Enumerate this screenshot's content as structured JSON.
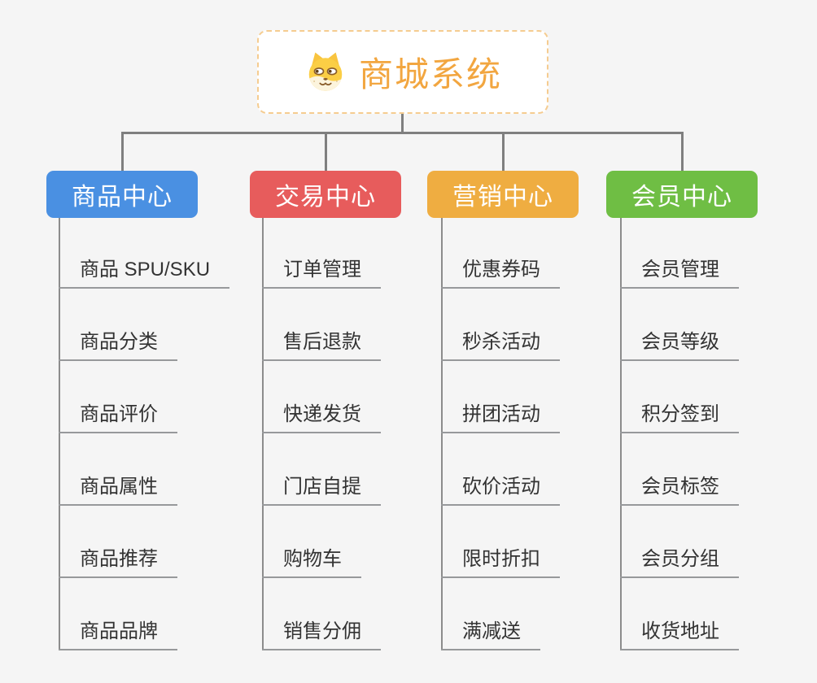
{
  "page": {
    "background_color": "#F5F5F5",
    "connector_color": "#7F7F7F",
    "child_line_color": "#8C8C8C"
  },
  "root": {
    "title": "商城系统",
    "icon": "dog-face-icon",
    "text_color": "#F2A640",
    "border_color": "#F5CC90"
  },
  "branches": [
    {
      "label": "商品中心",
      "color": "#4A90E2",
      "items": [
        "商品 SPU/SKU",
        "商品分类",
        "商品评价",
        "商品属性",
        "商品推荐",
        "商品品牌"
      ]
    },
    {
      "label": "交易中心",
      "color": "#E75C5C",
      "items": [
        "订单管理",
        "售后退款",
        "快递发货",
        "门店自提",
        "购物车",
        "销售分佣"
      ]
    },
    {
      "label": "营销中心",
      "color": "#EFAD41",
      "items": [
        "优惠券码",
        "秒杀活动",
        "拼团活动",
        "砍价活动",
        "限时折扣",
        "满减送"
      ]
    },
    {
      "label": "会员中心",
      "color": "#6FBE44",
      "items": [
        "会员管理",
        "会员等级",
        "积分签到",
        "会员标签",
        "会员分组",
        "收货地址"
      ]
    }
  ]
}
